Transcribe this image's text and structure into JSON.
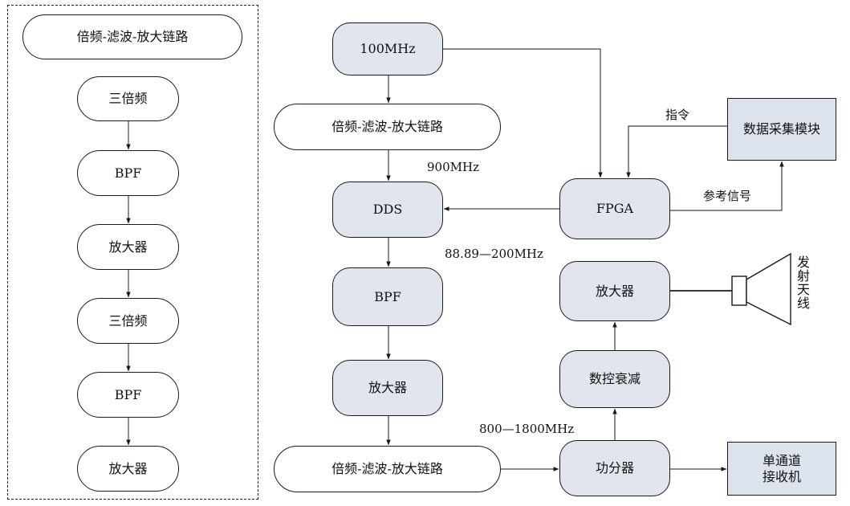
{
  "left_chain": {
    "title": "倍频-滤波-放大链路",
    "steps": [
      "三倍频",
      "BPF",
      "放大器",
      "三倍频",
      "BPF",
      "放大器"
    ]
  },
  "main": {
    "clock": "100MHz",
    "mult_chain_top": "倍频-滤波-放大链路",
    "freq_900": "900MHz",
    "dds": "DDS",
    "freq_dds_out": "88.89—200MHz",
    "bpf": "BPF",
    "amp": "放大器",
    "mult_chain_bottom": "倍频-滤波-放大链路",
    "freq_out": "800—1800MHz",
    "power_divider": "功分器",
    "receiver": [
      "单通道",
      "接收机"
    ],
    "fpga": "FPGA",
    "daq": "数据采集模块",
    "cmd_label": "指令",
    "ref_label": "参考信号",
    "atten": "数控衰减",
    "tx_amp": "放大器",
    "antenna_label": "发射天线"
  }
}
